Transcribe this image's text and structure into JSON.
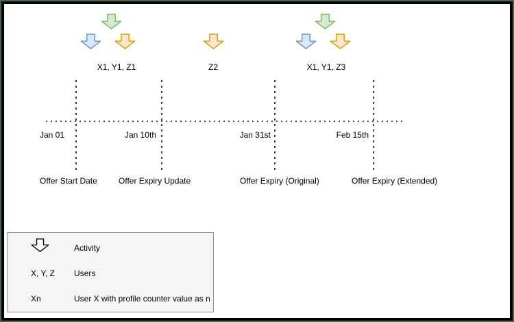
{
  "colors": {
    "green_fill": "#d5e8d4",
    "green_stroke": "#82b366",
    "blue_fill": "#dae8fc",
    "blue_stroke": "#6c8ebf",
    "orange_fill": "#ffe6cc",
    "orange_stroke": "#d79b00",
    "legend_arrow_fill": "#ffffff",
    "legend_arrow_stroke": "#000000",
    "frame_outer_green": "#44694a",
    "frame_inner_black": "#000000",
    "legend_bg": "#f5f5f5"
  },
  "groups": [
    {
      "label": "X1, Y1, Z1"
    },
    {
      "label": "Z2"
    },
    {
      "label": "X1, Y1, Z3"
    }
  ],
  "timeline": {
    "dates": [
      {
        "label": "Jan 01"
      },
      {
        "label": "Jan 10th"
      },
      {
        "label": "Jan 31st"
      },
      {
        "label": "Feb 15th"
      }
    ],
    "milestones": [
      {
        "label": "Offer Start Date"
      },
      {
        "label": "Offer Expiry Update"
      },
      {
        "label": "Offer Expiry (Original)"
      },
      {
        "label": "Offer Expiry (Extended)"
      }
    ]
  },
  "legend": {
    "activity_label": "Activity",
    "users_symbol": "X, Y, Z",
    "users_label": "Users",
    "counter_symbol": "Xn",
    "counter_label": "User X with profile counter value as n"
  }
}
